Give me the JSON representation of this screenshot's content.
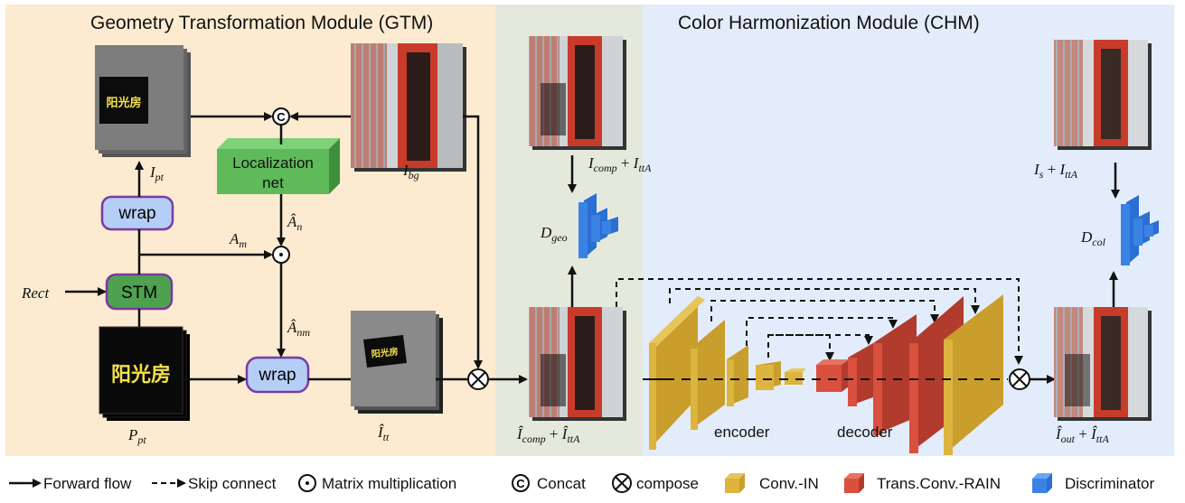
{
  "gtm": {
    "title": "Geometry Transformation Module (GTM)",
    "localization_net_line1": "Localization",
    "localization_net_line2": "net",
    "wrap_top": "wrap",
    "wrap_bottom": "wrap",
    "stm": "STM",
    "rect_label": "Rect",
    "pt_text": "阳光房",
    "p_pt_text": "阳光房",
    "tt_text": "阳光房",
    "i_pt": "I",
    "i_pt_sub": "pt",
    "i_bg": "I",
    "i_bg_sub": "bg",
    "a_m": "A",
    "a_m_sub": "m",
    "a_n": "Â",
    "a_n_sub": "n",
    "a_nm": "Â",
    "a_nm_sub": "nm",
    "p_pt": "P",
    "p_pt_sub": "pt",
    "i_tt": "Î",
    "i_tt_sub": "tt",
    "concat_symbol": "C"
  },
  "middle": {
    "comp_label_a": "I",
    "comp_label_a_sub": "comp",
    "comp_label_plus": " + ",
    "comp_label_b": "I",
    "comp_label_b_sub": "ttA",
    "d_geo": "D",
    "d_geo_sub": "geo",
    "hat_comp_a": "Î",
    "hat_comp_a_sub": "comp",
    "hat_comp_plus": " + ",
    "hat_comp_b": "Î",
    "hat_comp_b_sub": "ttA"
  },
  "chm": {
    "title": "Color Harmonization Module (CHM)",
    "encoder": "encoder",
    "decoder": "decoder",
    "is_a": "I",
    "is_a_sub": "s",
    "is_plus": " + ",
    "is_b": "I",
    "is_b_sub": "ttA",
    "d_col": "D",
    "d_col_sub": "col",
    "out_a": "Î",
    "out_a_sub": "out",
    "out_plus": " + ",
    "out_b": "Î",
    "out_b_sub": "ttA"
  },
  "legend": [
    {
      "icon": "arrow-solid",
      "label": "Forward flow"
    },
    {
      "icon": "arrow-dashed",
      "label": "Skip connect"
    },
    {
      "icon": "odot",
      "label": "Matrix multiplication"
    },
    {
      "icon": "concat-c",
      "label": "Concat"
    },
    {
      "icon": "otimes",
      "label": "compose"
    },
    {
      "icon": "cube-yellow",
      "label": "Conv.-IN"
    },
    {
      "icon": "cube-red",
      "label": "Trans.Conv.-RAIN"
    },
    {
      "icon": "cube-blue",
      "label": "Discriminator"
    }
  ],
  "colors": {
    "gtm_bg": "#fcebd0",
    "middle_bg": "#e5e9dc",
    "chm_bg": "#e3ecfb",
    "localization_green": "#5fba5a",
    "stm_green": "#4ea14f",
    "wrap_blue": "#b5cef6",
    "wrap_border": "#7a3aa3",
    "conv_yellow": "#dcb43e",
    "trans_red": "#d9503f",
    "disc_blue": "#3a83e4",
    "text_yellow": "#f4e04a"
  }
}
